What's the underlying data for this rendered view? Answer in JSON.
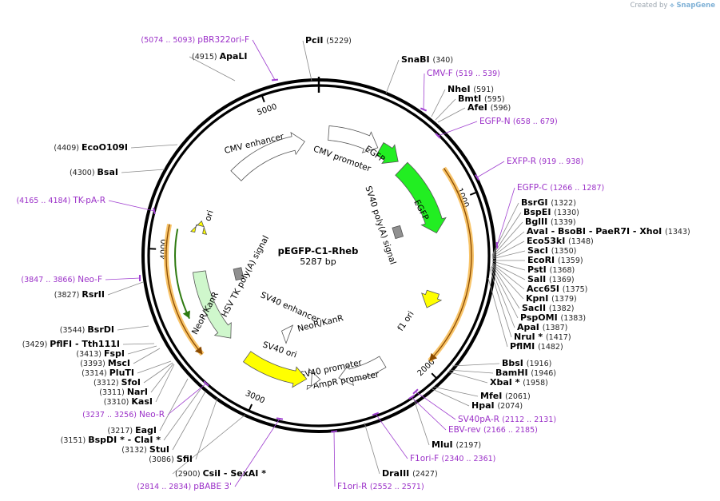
{
  "credit": {
    "prefix": "Created by",
    "brand": "SnapGene"
  },
  "plasmid": {
    "name": "pEGFP-C1-Rheb",
    "length_label": "5287 bp",
    "length": 5287
  },
  "tick_labels": [
    "1000",
    "2000",
    "3000",
    "4000",
    "5000"
  ],
  "colors": {
    "backbone": "#000000",
    "promoter": "#ffffff",
    "egfp": "#22ee22",
    "ori": "#ffff00",
    "resistance": "#cff7cc",
    "polyA": "#909090",
    "orf_arc": "#f6b544",
    "orf_arrow": "#8a4a00",
    "resistance_arc": "#2e7a10",
    "primer": "#a040d0",
    "site_leader": "#8a8a8a"
  },
  "features": [
    {
      "name": "CMV enhancer",
      "kind": "promoter"
    },
    {
      "name": "CMV promoter",
      "kind": "promoter"
    },
    {
      "name": "EGFP",
      "kind": "egfp"
    },
    {
      "name": "EGFP",
      "kind": "egfp"
    },
    {
      "name": "SV40 poly(A) signal",
      "kind": "polyA"
    },
    {
      "name": "f1 ori",
      "kind": "ori"
    },
    {
      "name": "AmpR promoter",
      "kind": "promoter"
    },
    {
      "name": "SV40 promoter",
      "kind": "promoter"
    },
    {
      "name": "SV40 ori",
      "kind": "ori"
    },
    {
      "name": "SV40 enhancer",
      "kind": "promoter"
    },
    {
      "name": "NeoR/KanR",
      "kind": "resistance"
    },
    {
      "name": "NeoR/KanR",
      "kind": "resistance"
    },
    {
      "name": "HSV TK poly(A) signal",
      "kind": "polyA"
    },
    {
      "name": "ori",
      "kind": "ori"
    }
  ],
  "sites": [
    {
      "parts": [
        "PciI"
      ],
      "pos": "(5229)"
    },
    {
      "parts": [
        "SnaBI"
      ],
      "pos": "(340)"
    },
    {
      "parts": [
        "NheI"
      ],
      "pos": "(591)"
    },
    {
      "parts": [
        "BmtI"
      ],
      "pos": "(595)"
    },
    {
      "parts": [
        "AfeI"
      ],
      "pos": "(596)"
    },
    {
      "parts": [
        "BsrGI"
      ],
      "pos": "(1322)"
    },
    {
      "parts": [
        "BspEI"
      ],
      "pos": "(1330)"
    },
    {
      "parts": [
        "BglII"
      ],
      "pos": "(1339)"
    },
    {
      "parts": [
        "AvaI",
        "BsoBI",
        "PaeR7I",
        "XhoI"
      ],
      "pos": "(1343)"
    },
    {
      "parts": [
        "Eco53kI"
      ],
      "pos": "(1348)"
    },
    {
      "parts": [
        "SacI"
      ],
      "pos": "(1350)"
    },
    {
      "parts": [
        "EcoRI"
      ],
      "pos": "(1359)"
    },
    {
      "parts": [
        "PstI"
      ],
      "pos": "(1368)"
    },
    {
      "parts": [
        "SalI"
      ],
      "pos": "(1369)"
    },
    {
      "parts": [
        "Acc65I"
      ],
      "pos": "(1375)"
    },
    {
      "parts": [
        "KpnI"
      ],
      "pos": "(1379)"
    },
    {
      "parts": [
        "SacII"
      ],
      "pos": "(1382)"
    },
    {
      "parts": [
        "PspOMI"
      ],
      "pos": "(1383)"
    },
    {
      "parts": [
        "ApaI"
      ],
      "pos": "(1387)"
    },
    {
      "parts": [
        "NruI *"
      ],
      "pos": "(1417)"
    },
    {
      "parts": [
        "PflMI"
      ],
      "pos": "(1482)"
    },
    {
      "parts": [
        "BbsI"
      ],
      "pos": "(1916)"
    },
    {
      "parts": [
        "BamHI"
      ],
      "pos": "(1946)"
    },
    {
      "parts": [
        "XbaI *"
      ],
      "pos": "(1958)"
    },
    {
      "parts": [
        "MfeI"
      ],
      "pos": "(2061)"
    },
    {
      "parts": [
        "HpaI"
      ],
      "pos": "(2074)"
    },
    {
      "parts": [
        "MluI"
      ],
      "pos": "(2197)"
    },
    {
      "parts": [
        "DraIII"
      ],
      "pos": "(2427)"
    },
    {
      "parts": [
        "ApaLI"
      ],
      "pos": "(4915)"
    },
    {
      "parts": [
        "EcoO109I"
      ],
      "pos": "(4409)"
    },
    {
      "parts": [
        "BsaI"
      ],
      "pos": "(4300)"
    },
    {
      "parts": [
        "RsrII"
      ],
      "pos": "(3827)"
    },
    {
      "parts": [
        "BsrDI"
      ],
      "pos": "(3544)"
    },
    {
      "parts": [
        "PflFI",
        "Tth111I"
      ],
      "pos": "(3429)"
    },
    {
      "parts": [
        "FspI"
      ],
      "pos": "(3413)"
    },
    {
      "parts": [
        "MscI"
      ],
      "pos": "(3393)"
    },
    {
      "parts": [
        "PluTI"
      ],
      "pos": "(3314)"
    },
    {
      "parts": [
        "SfoI"
      ],
      "pos": "(3312)"
    },
    {
      "parts": [
        "NarI"
      ],
      "pos": "(3311)"
    },
    {
      "parts": [
        "KasI"
      ],
      "pos": "(3310)"
    },
    {
      "parts": [
        "EagI"
      ],
      "pos": "(3217)"
    },
    {
      "parts": [
        "BspDI *",
        "ClaI *"
      ],
      "pos": "(3151)"
    },
    {
      "parts": [
        "StuI"
      ],
      "pos": "(3132)"
    },
    {
      "parts": [
        "SfiI"
      ],
      "pos": "(3086)"
    },
    {
      "parts": [
        "CsiI",
        "SexAI *"
      ],
      "pos": "(2900)"
    }
  ],
  "primers": [
    {
      "name": "pBR322ori-F",
      "pos": "(5074 .. 5093)"
    },
    {
      "name": "CMV-F",
      "pos": "(519 .. 539)"
    },
    {
      "name": "EGFP-N",
      "pos": "(658 .. 679)"
    },
    {
      "name": "EXFP-R",
      "pos": "(919 .. 938)"
    },
    {
      "name": "EGFP-C",
      "pos": "(1266 .. 1287)"
    },
    {
      "name": "TK-pA-R",
      "pos": "(4165 .. 4184)"
    },
    {
      "name": "Neo-F",
      "pos": "(3847 .. 3866)"
    },
    {
      "name": "Neo-R",
      "pos": "(3237 .. 3256)"
    },
    {
      "name": "SV40pA-R",
      "pos": "(2112 .. 2131)"
    },
    {
      "name": "EBV-rev",
      "pos": "(2166 .. 2185)"
    },
    {
      "name": "F1ori-F",
      "pos": "(2340 .. 2361)"
    },
    {
      "name": "F1ori-R",
      "pos": "(2552 .. 2571)"
    },
    {
      "name": "pBABE 3'",
      "pos": "(2814 .. 2834)"
    }
  ]
}
